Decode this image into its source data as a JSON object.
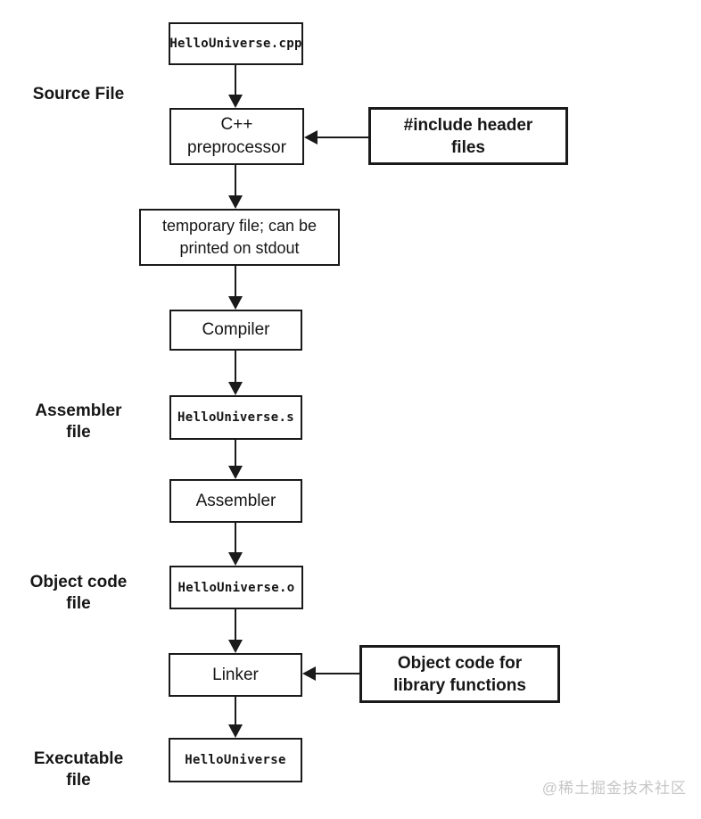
{
  "side_labels": [
    {
      "text": "Source File"
    },
    {
      "text": "Assembler\nfile"
    },
    {
      "text": "Object code\nfile"
    },
    {
      "text": "Executable\nfile"
    }
  ],
  "flow_boxes": [
    {
      "text": "HelloUniverse.cpp"
    },
    {
      "text": "C++\npreprocessor"
    },
    {
      "text": "temporary file; can be\nprinted on stdout"
    },
    {
      "text": "Compiler"
    },
    {
      "text": "HelloUniverse.s"
    },
    {
      "text": "Assembler"
    },
    {
      "text": "HelloUniverse.o"
    },
    {
      "text": "Linker"
    },
    {
      "text": "HelloUniverse"
    }
  ],
  "annotation_boxes": [
    {
      "text": "#include header\nfiles"
    },
    {
      "text": "Object code for\nlibrary functions"
    }
  ],
  "watermark": "@稀土掘金技术社区",
  "colors": {
    "line": "#1a1a1a",
    "text": "#161616",
    "watermark": "#c6c6c6",
    "background": "#ffffff"
  }
}
